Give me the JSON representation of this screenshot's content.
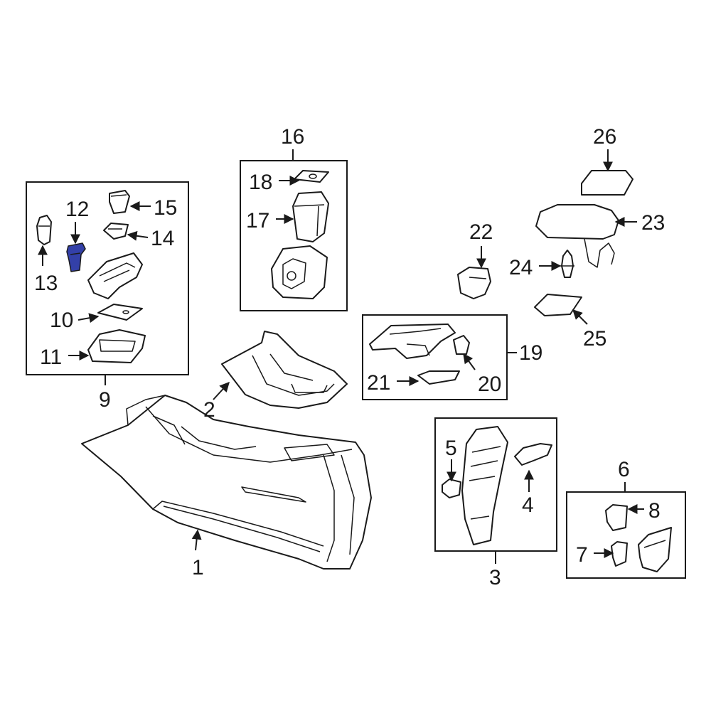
{
  "diagram": {
    "highlight_color": "#3340A8",
    "highlighted_part": "12",
    "callouts": {
      "c1": "1",
      "c2": "2",
      "c3": "3",
      "c4": "4",
      "c5": "5",
      "c6": "6",
      "c7": "7",
      "c8": "8",
      "c9": "9",
      "c10": "10",
      "c11": "11",
      "c12": "12",
      "c13": "13",
      "c14": "14",
      "c15": "15",
      "c16": "16",
      "c17": "17",
      "c18": "18",
      "c19": "19",
      "c20": "20",
      "c21": "21",
      "c22": "22",
      "c23": "23",
      "c24": "24",
      "c25": "25",
      "c26": "26"
    }
  }
}
